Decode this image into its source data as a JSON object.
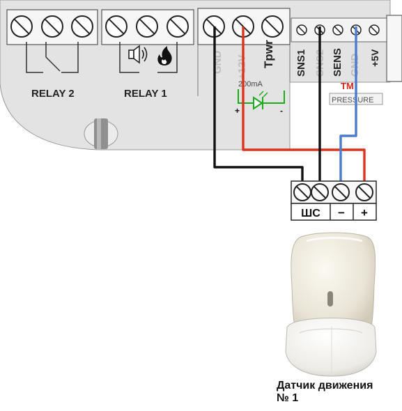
{
  "relay2": {
    "label": "RELAY 2"
  },
  "relay1": {
    "label": "RELAY 1"
  },
  "power_terminals": {
    "gnd": "GND",
    "v12": "+12V",
    "tpwr": "Tpwr"
  },
  "sensor_terminals": {
    "sns1": "SNS1",
    "sns2": "SNS2",
    "sens": "SENS",
    "gnd": "GND",
    "v5": "+5V"
  },
  "led": {
    "current": "200mA",
    "plus": "+",
    "minus": "-"
  },
  "tm_block": {
    "tm": "TM",
    "pressure": "PRESSURE"
  },
  "sensor_block": {
    "loop": "ШС",
    "minus": "−",
    "plus": "+"
  },
  "caption": {
    "line1": "Датчик движения",
    "line2": "№ 1"
  },
  "colors": {
    "board": "#e3e3e3",
    "wire_black": "#111111",
    "wire_red": "#e0301e",
    "wire_blue": "#4a7ccf",
    "led_green": "#1aaa1a",
    "tm_red": "#d8261b"
  }
}
